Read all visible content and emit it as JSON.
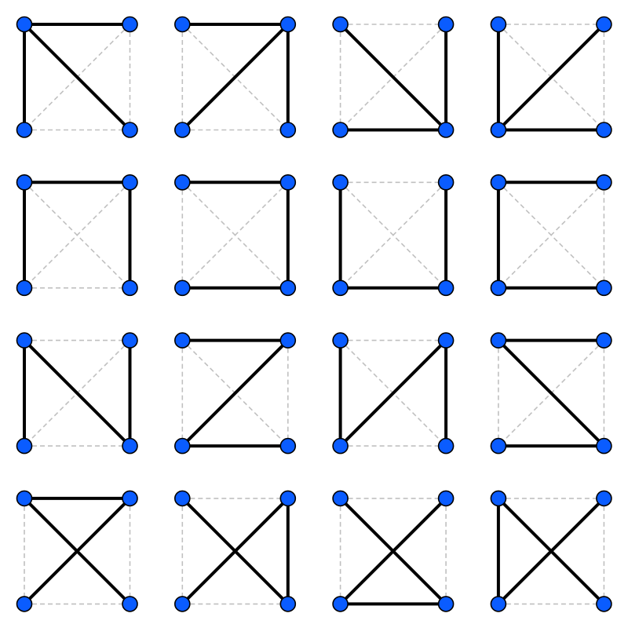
{
  "colors": {
    "vertex_fill": "#0a5cff",
    "vertex_stroke": "#000000",
    "edge_present": "#000000",
    "edge_absent": "#c0c0c0",
    "background": "#ffffff"
  },
  "vertices": [
    "top-left",
    "top-right",
    "bottom-left",
    "bottom-right"
  ],
  "possible_edges": [
    [
      "top-left",
      "top-right"
    ],
    [
      "bottom-left",
      "bottom-right"
    ],
    [
      "top-left",
      "bottom-left"
    ],
    [
      "top-right",
      "bottom-right"
    ],
    [
      "top-left",
      "bottom-right"
    ],
    [
      "top-right",
      "bottom-left"
    ]
  ],
  "spanning_trees": [
    [
      [
        "top-left",
        "top-right"
      ],
      [
        "top-left",
        "bottom-left"
      ],
      [
        "top-left",
        "bottom-right"
      ]
    ],
    [
      [
        "top-left",
        "top-right"
      ],
      [
        "top-right",
        "bottom-right"
      ],
      [
        "top-right",
        "bottom-left"
      ]
    ],
    [
      [
        "bottom-left",
        "bottom-right"
      ],
      [
        "top-right",
        "bottom-right"
      ],
      [
        "top-left",
        "bottom-right"
      ]
    ],
    [
      [
        "bottom-left",
        "bottom-right"
      ],
      [
        "top-left",
        "bottom-left"
      ],
      [
        "top-right",
        "bottom-left"
      ]
    ],
    [
      [
        "top-left",
        "top-right"
      ],
      [
        "top-left",
        "bottom-left"
      ],
      [
        "top-right",
        "bottom-right"
      ]
    ],
    [
      [
        "top-left",
        "top-right"
      ],
      [
        "top-right",
        "bottom-right"
      ],
      [
        "bottom-left",
        "bottom-right"
      ]
    ],
    [
      [
        "top-left",
        "bottom-left"
      ],
      [
        "bottom-left",
        "bottom-right"
      ],
      [
        "top-right",
        "bottom-right"
      ]
    ],
    [
      [
        "top-left",
        "top-right"
      ],
      [
        "top-left",
        "bottom-left"
      ],
      [
        "bottom-left",
        "bottom-right"
      ]
    ],
    [
      [
        "top-left",
        "bottom-left"
      ],
      [
        "top-left",
        "bottom-right"
      ],
      [
        "top-right",
        "bottom-right"
      ]
    ],
    [
      [
        "top-left",
        "top-right"
      ],
      [
        "top-right",
        "bottom-left"
      ],
      [
        "bottom-left",
        "bottom-right"
      ]
    ],
    [
      [
        "top-left",
        "bottom-left"
      ],
      [
        "top-right",
        "bottom-left"
      ],
      [
        "top-right",
        "bottom-right"
      ]
    ],
    [
      [
        "top-left",
        "top-right"
      ],
      [
        "top-left",
        "bottom-right"
      ],
      [
        "bottom-left",
        "bottom-right"
      ]
    ],
    [
      [
        "top-left",
        "top-right"
      ],
      [
        "top-left",
        "bottom-right"
      ],
      [
        "top-right",
        "bottom-left"
      ]
    ],
    [
      [
        "top-left",
        "bottom-right"
      ],
      [
        "top-right",
        "bottom-left"
      ],
      [
        "top-right",
        "bottom-right"
      ]
    ],
    [
      [
        "top-left",
        "bottom-right"
      ],
      [
        "top-right",
        "bottom-left"
      ],
      [
        "bottom-left",
        "bottom-right"
      ]
    ],
    [
      [
        "top-left",
        "bottom-left"
      ],
      [
        "top-left",
        "bottom-right"
      ],
      [
        "top-right",
        "bottom-left"
      ]
    ]
  ]
}
